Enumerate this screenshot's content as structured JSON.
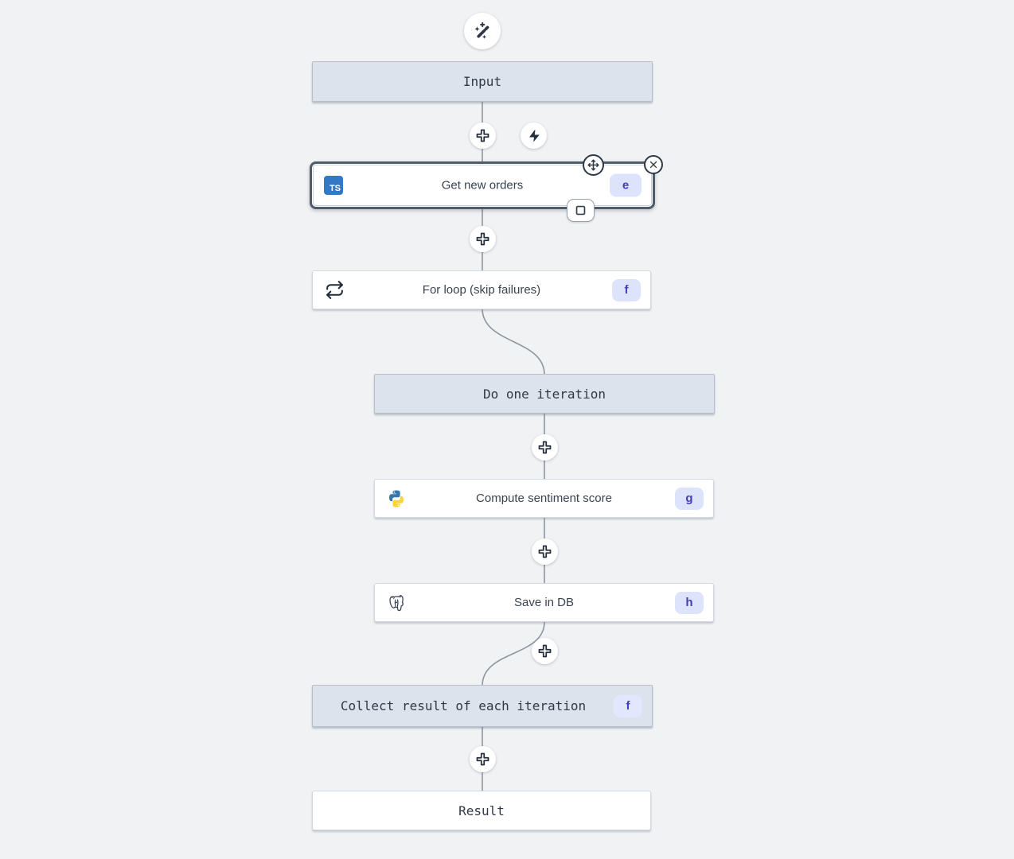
{
  "app": {
    "kind": "flow-editor-canvas",
    "background": "#f0f2f4",
    "connector_color": "#8f96a0"
  },
  "colors": {
    "virtual_node_bg": "#dce3ec",
    "virtual_node_border": "#b5bfcc",
    "step_node_bg": "#ffffff",
    "step_node_border": "#d3d8df",
    "selected_outline": "#515c6b",
    "badge_bg": "#dee3fc",
    "badge_text": "#4140b4",
    "icon_dark": "#2d3748",
    "typescript_blue": "#3178c6",
    "python_blue": "#3776ab",
    "python_yellow": "#ffd43b"
  },
  "icons": {
    "top": "wand-sparkles-icon",
    "insert": "plus-icon",
    "trigger": "bolt-icon",
    "selected_move": "move-icon",
    "selected_close": "close-icon",
    "selected_frame": "select-box-icon",
    "loop": "repeat-icon",
    "typescript_abbr": "TS"
  },
  "nodes": {
    "input": {
      "label": "Input",
      "kind": "virtual"
    },
    "get_new_orders": {
      "label": "Get new orders",
      "badge": "e",
      "lang": "typescript",
      "lang_abbr": "TS",
      "selected": true
    },
    "for_loop": {
      "label": "For loop (skip failures)",
      "badge": "f",
      "kind": "loop"
    },
    "do_one_iteration": {
      "label": "Do one iteration",
      "kind": "virtual"
    },
    "compute_sentiment_score": {
      "label": "Compute sentiment score",
      "badge": "g",
      "lang": "python"
    },
    "save_in_db": {
      "label": "Save in DB",
      "badge": "h",
      "lang": "postgresql"
    },
    "collect_result": {
      "label": "Collect result of each iteration",
      "badge": "f",
      "kind": "virtual"
    },
    "result": {
      "label": "Result",
      "kind": "virtual"
    }
  }
}
